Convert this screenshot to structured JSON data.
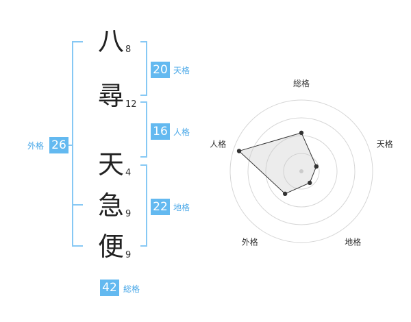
{
  "name": {
    "chars": [
      {
        "char": "八",
        "strokes": "8"
      },
      {
        "char": "尋",
        "strokes": "12"
      },
      {
        "char": "天",
        "strokes": "4"
      },
      {
        "char": "急",
        "strokes": "9"
      },
      {
        "char": "便",
        "strokes": "9"
      }
    ]
  },
  "fortune": {
    "tenkaku": {
      "value": "20",
      "label": "天格"
    },
    "jinkaku": {
      "value": "16",
      "label": "人格"
    },
    "chikaku": {
      "value": "22",
      "label": "地格"
    },
    "gaikaku": {
      "value": "26",
      "label": "外格"
    },
    "soukaku": {
      "value": "42",
      "label": "総格"
    }
  },
  "colors": {
    "accent": "#63b9f0",
    "line": "#86c8f4",
    "text": "#222222"
  },
  "chart_data": {
    "type": "radar",
    "axes": [
      "総格",
      "天格",
      "地格",
      "外格",
      "人格"
    ],
    "series": [
      {
        "values": [
          0.54,
          0.22,
          0.2,
          0.39,
          0.92
        ]
      }
    ],
    "range": [
      0,
      1
    ],
    "rings": 4
  }
}
